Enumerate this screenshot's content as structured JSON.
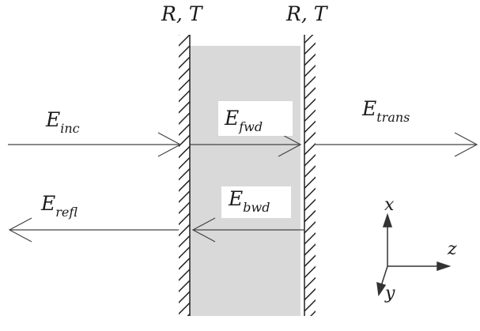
{
  "mirrors": {
    "left_label": "R, T",
    "right_label": "R, T"
  },
  "fields": {
    "incident": {
      "base": "E",
      "sub": "inc"
    },
    "forward": {
      "base": "E",
      "sub": "fwd"
    },
    "transmitted": {
      "base": "E",
      "sub": "trans"
    },
    "reflected": {
      "base": "E",
      "sub": "refl"
    },
    "backward": {
      "base": "E",
      "sub": "bwd"
    }
  },
  "axes": {
    "x": "x",
    "y": "y",
    "z": "z"
  },
  "colors": {
    "cavity_fill": "#d9d9d9",
    "line": "#333333",
    "label_box": "#ffffff"
  }
}
